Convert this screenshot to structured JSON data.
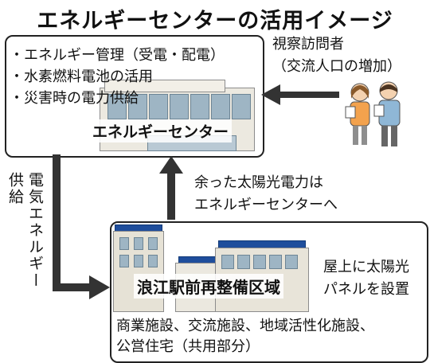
{
  "title": "エネルギーセンターの活用イメージ",
  "energy_center": {
    "bullets": [
      "・エネルギー管理（受電・配電）",
      "・水素燃料電池の活用",
      "・災害時の電力供給"
    ],
    "name": "エネルギーセンター"
  },
  "visitors": {
    "line1": "視察訪問者",
    "line2": "（交流人口の増加）"
  },
  "surplus_flow": {
    "line1": "余った太陽光電力は",
    "line2": "エネルギーセンターへ"
  },
  "supply_flow": {
    "col1": "電気エネルギー",
    "col2": "供給"
  },
  "redevelopment": {
    "name": "浪江駅前再整備区域",
    "solar_line1": "屋上に太陽光",
    "solar_line2": "パネルを設置",
    "facilities_line1": "商業施設、交流施設、地域活性化施設、",
    "facilities_line2": "公営住宅（共用部分）"
  },
  "colors": {
    "arrow": "#333333",
    "building_wall": "#e6e2d6",
    "solar_panel": "#1f4e9c",
    "window": "#9eb5c4"
  }
}
